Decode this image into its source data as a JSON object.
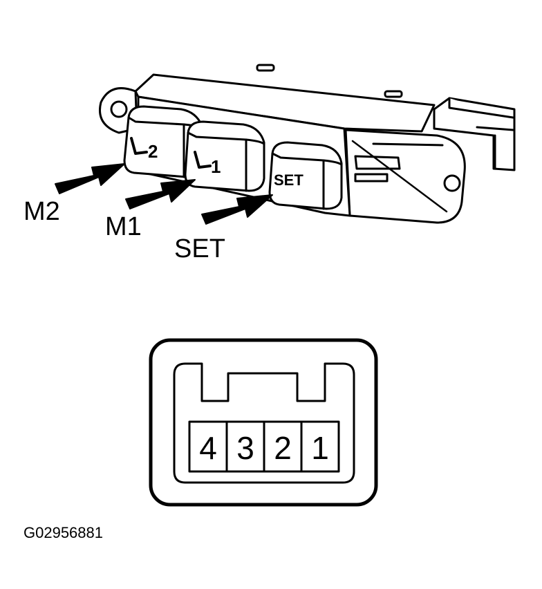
{
  "switch": {
    "buttons": [
      {
        "key_text": "2",
        "arrow_label": "M2"
      },
      {
        "key_text": "1",
        "arrow_label": "M1"
      },
      {
        "key_text": "SET",
        "arrow_label": "SET"
      }
    ]
  },
  "connector": {
    "pins": [
      "4",
      "3",
      "2",
      "1"
    ]
  },
  "figure_code": "G02956881",
  "colors": {
    "ink": "#000000",
    "paper": "#ffffff"
  }
}
